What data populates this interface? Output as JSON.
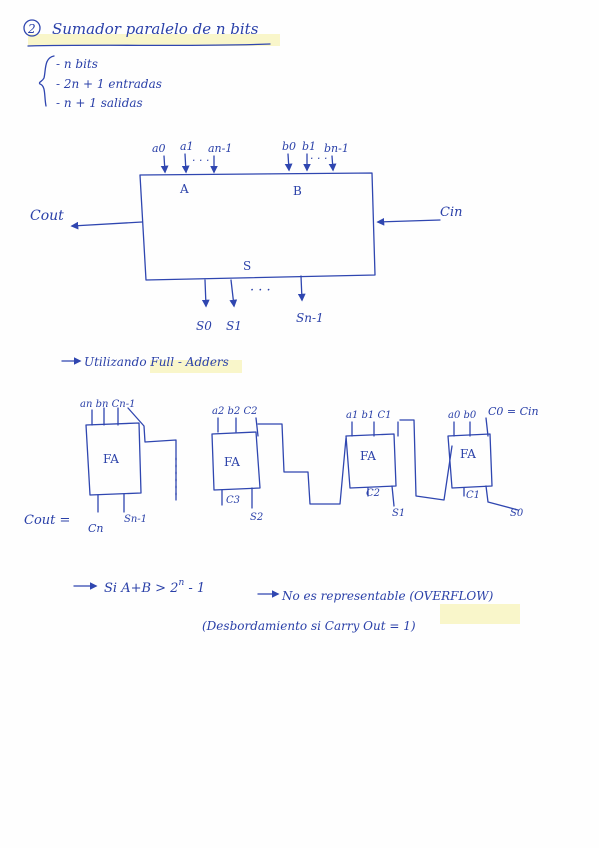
{
  "title": {
    "number": "2",
    "text": "Sumador paralelo de n bits"
  },
  "specs": [
    "- n bits",
    "- 2n + 1  entradas",
    "- n + 1  salidas"
  ],
  "block": {
    "inputs_a": [
      "a0",
      "a1",
      "an-1"
    ],
    "inputs_b": [
      "b0",
      "b1",
      "bn-1"
    ],
    "label_a": "A",
    "label_b": "B",
    "label_s": "S",
    "cout": "Cout",
    "cin": "Cin",
    "outputs": [
      "S0",
      "S1",
      "Sn-1"
    ],
    "dots": "· · ·"
  },
  "full_adders": {
    "heading": "Utilizando Full - Adders",
    "fa_label": "FA",
    "cout_eq": "Cout =",
    "stages": [
      {
        "inputs": "an bn Cn-1",
        "carry_out": "Cn",
        "sum": "Sn-1"
      },
      {
        "inputs": "a2  b2  C2",
        "carry_out": "C3",
        "sum": "S2"
      },
      {
        "inputs": "a1  b1  C1",
        "carry_out": "C2",
        "sum": "S1"
      },
      {
        "inputs": "a0  b0",
        "carry_in": "C0 = Cin",
        "carry_out": "C1",
        "sum": "S0"
      }
    ]
  },
  "note": {
    "line1_prefix": "Si A+B > 2",
    "line1_exp": "n",
    "line1_suffix": " - 1",
    "line1_result": "No es representable (OVERFLOW)",
    "line2": "(Desbordamiento si Carry Out = 1)"
  }
}
